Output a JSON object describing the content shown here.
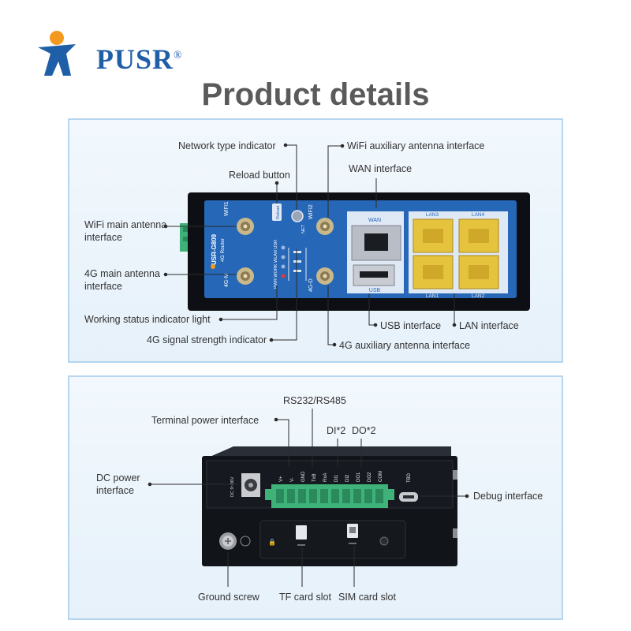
{
  "brand": {
    "name": "PUSR",
    "reg": "®"
  },
  "title": "Product details",
  "panel1": {
    "labels": {
      "network_type": "Network type indicator",
      "reload": "Reload button",
      "wifi_main": "WiFi main antenna interface",
      "g4_main": "4G main antenna interface",
      "working_status": "Working status indicator light",
      "signal": "4G signal strength indicator",
      "wifi_aux": "WiFi auxiliary antenna interface",
      "wan": "WAN interface",
      "usb": "USB interface",
      "lan": "LAN interface",
      "g4_aux": "4G auxiliary antenna interface"
    },
    "device": {
      "model": "USR-G809",
      "subtitle": "4G Router",
      "wifi1": "WIFI1",
      "wifi2": "WIFI2",
      "g4m": "4G-M",
      "g4d": "4G-D",
      "reload": "Reload",
      "net": "NET",
      "leds": "PWR WORK WLAN USR",
      "wan": "WAN",
      "usb": "USB",
      "lan1": "LAN1",
      "lan2": "LAN2",
      "lan3": "LAN3",
      "lan4": "LAN4"
    }
  },
  "panel2": {
    "labels": {
      "rs": "RS232/RS485",
      "term_power": "Terminal power interface",
      "di": "DI*2",
      "do": "DO*2",
      "dc_power": "DC power interface",
      "debug": "Debug interface",
      "ground": "Ground screw",
      "tf": "TF card slot",
      "sim": "SIM card slot"
    },
    "terminals": [
      "V+",
      "V-",
      "GND",
      "TxB",
      "RxA",
      "DI1",
      "DI2",
      "DO1",
      "DO2",
      "COM"
    ],
    "dc_label": "DC 9~36V",
    "tbd": "TBD"
  }
}
